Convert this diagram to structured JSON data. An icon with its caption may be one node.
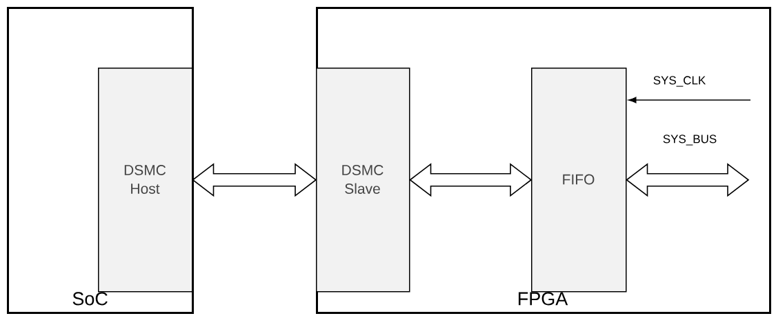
{
  "diagram": {
    "nodes": [
      {
        "text": [
          "SoC"
        ]
      },
      {
        "text": [
          "DSMC Host"
        ],
        "in": 0
      },
      {
        "text": [
          "FPGA"
        ]
      },
      {
        "text": [
          "DSMC Slave"
        ],
        "in": 2
      },
      {
        "text": [
          "FIFO"
        ],
        "in": 2
      }
    ],
    "edges": [
      {
        "from": 1,
        "to": 3,
        "arrow": "both"
      },
      {
        "from": 3,
        "to": 4,
        "arrow": "both"
      },
      {
        "from": null,
        "to": 4,
        "arrow": "to",
        "label": "SYS_CLK"
      },
      {
        "from": 4,
        "to": null,
        "arrow": "both",
        "label": "SYS_BUS"
      }
    ]
  }
}
